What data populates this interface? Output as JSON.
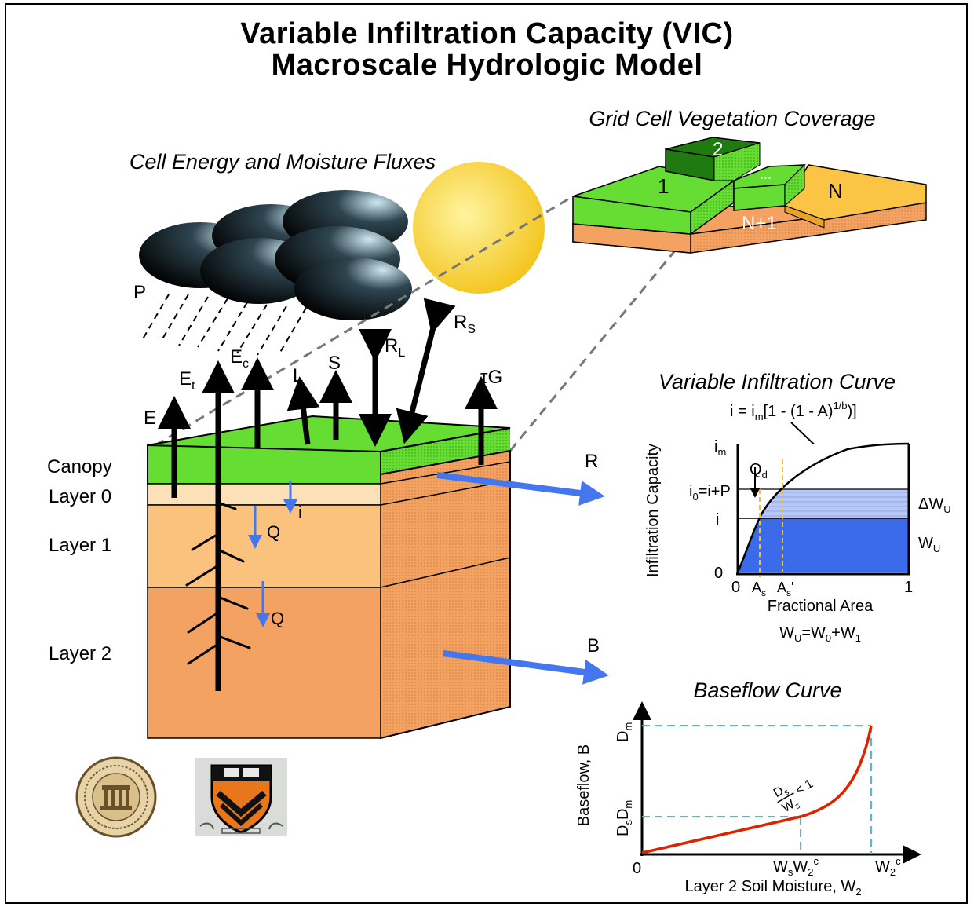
{
  "title": {
    "line1": "Variable Infiltration Capacity (VIC)",
    "line2": "Macroscale Hydrologic Model"
  },
  "fluxes": {
    "heading": "Cell Energy and Moisture Fluxes",
    "precip": "P",
    "evap": "E",
    "transp": "E",
    "transp_sub": "t",
    "canopy_evap": "E",
    "canopy_evap_sub": "c",
    "latent": "L",
    "sensible": "S",
    "longwave": "R",
    "longwave_sub": "L",
    "shortwave": "R",
    "shortwave_sub": "S",
    "ground": "τG"
  },
  "column": {
    "canopy": "Canopy",
    "layer0": "Layer 0",
    "layer1": "Layer 1",
    "layer2": "Layer 2",
    "infiltration": "i",
    "drainage1": "Q",
    "drainage2": "Q",
    "runoff": "R",
    "baseflow": "B"
  },
  "vegetation": {
    "heading": "Grid Cell Vegetation Coverage",
    "tile1": "1",
    "tile2": "2",
    "tile_dots": "...",
    "tileN": "N",
    "tileN1": "N+1"
  },
  "infiltration_curve": {
    "heading": "Variable Infiltration Curve",
    "equation": "i = i",
    "equation_sub": "m",
    "equation_rest": "[1 - (1 - A)",
    "equation_sup": "1/b",
    "equation_end": ")]",
    "ylabel": "Infiltration Capacity",
    "xlabel": "Fractional Area",
    "im": "i",
    "im_sub": "m",
    "i0": "i",
    "i0_sub": "0",
    "i0_rest": "=i+P",
    "i": "i",
    "zero_y": "0",
    "zero_x": "0",
    "one_x": "1",
    "As": "A",
    "As_sub": "s",
    "As_prime": "A",
    "As_prime_sub": "s",
    "As_prime_mark": "'",
    "Qd": "Q",
    "Qd_sub": "d",
    "dWu": "ΔW",
    "dWu_sub": "U",
    "Wu": "W",
    "Wu_sub": "U",
    "sum": "W",
    "sum_sub1": "U",
    "sum_mid": "=W",
    "sum_sub2": "0",
    "sum_mid2": "+W",
    "sum_sub3": "1"
  },
  "baseflow_curve": {
    "heading": "Baseflow Curve",
    "ylabel": "Baseflow, B",
    "xlabel": "Layer 2 Soil Moisture, W",
    "xlabel_sub": "2",
    "Dm": "D",
    "Dm_sub": "m",
    "DsDm_a": "D",
    "DsDm_a_sub": "s",
    "DsDm_b": "D",
    "DsDm_b_sub": "m",
    "zero": "0",
    "WsW2c_a": "W",
    "WsW2c_a_sub": "s",
    "WsW2c_b": "W",
    "WsW2c_b_sub": "2",
    "WsW2c_b_sup": "c",
    "W2c": "W",
    "W2c_sub": "2",
    "W2c_sup": "c",
    "ratio_top": "D",
    "ratio_top_sub": "s",
    "ratio_bot": "W",
    "ratio_bot_sub": "s",
    "ratio_rel": "< 1"
  },
  "colors": {
    "canopy_green": "#66dd33",
    "layer0": "#fce0b8",
    "layer1": "#fbc27e",
    "layer2": "#f4a262",
    "blue_arrow": "#4477ee",
    "curve_red": "#dd2200",
    "dash_cyan": "#55bbcc",
    "sun": "#f5c518"
  },
  "chart_data": [
    {
      "type": "area",
      "title": "Variable Infiltration Curve",
      "xlabel": "Fractional Area",
      "ylabel": "Infiltration Capacity",
      "xlim": [
        0,
        1
      ],
      "x_ticks": [
        "0",
        "A_s",
        "A_s'",
        "1"
      ],
      "y_ticks": [
        "0",
        "i",
        "i_0=i+P",
        "i_m"
      ],
      "series": [
        {
          "name": "i = i_m[1 - (1 - A)^(1/b)]",
          "function": "i_m[1 - (1 - A)^(1/b)]"
        }
      ],
      "regions": [
        "Q_d",
        "ΔW_U",
        "W_U"
      ]
    },
    {
      "type": "line",
      "title": "Baseflow Curve",
      "xlabel": "Layer 2 Soil Moisture, W_2",
      "ylabel": "Baseflow, B",
      "x_ticks": [
        "0",
        "W_sW_2^c",
        "W_2^c"
      ],
      "y_ticks": [
        "D_sD_m",
        "D_m"
      ],
      "series": [
        {
          "name": "B",
          "segments": [
            "linear to (W_sW_2^c, D_sD_m)",
            "nonlinear to (W_2^c, D_m)"
          ]
        }
      ],
      "annotations": [
        "D_s/W_s < 1"
      ]
    }
  ]
}
